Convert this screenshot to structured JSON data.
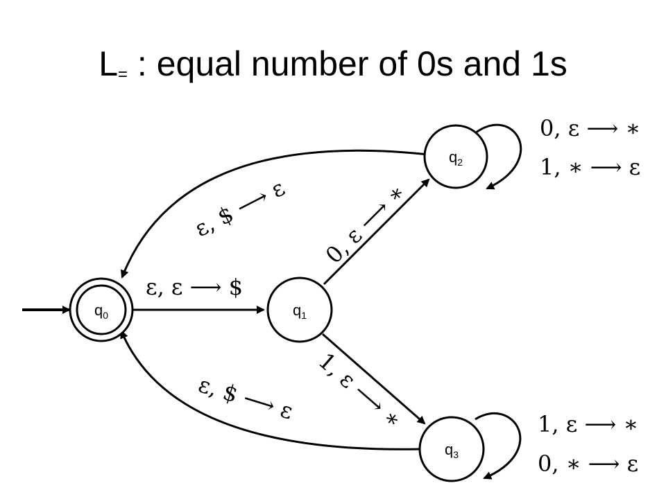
{
  "title": {
    "main": "L",
    "subscript": "=",
    "rest": " : equal number of 0s and 1s"
  },
  "states": [
    {
      "id": "q0",
      "base": "q",
      "sub": "0",
      "accept": true,
      "start": true
    },
    {
      "id": "q1",
      "base": "q",
      "sub": "1",
      "accept": false,
      "start": false
    },
    {
      "id": "q2",
      "base": "q",
      "sub": "2",
      "accept": false,
      "start": false
    },
    {
      "id": "q3",
      "base": "q",
      "sub": "3",
      "accept": false,
      "start": false
    }
  ],
  "transitions": {
    "q0_q1": "ε, ε ⟶ $",
    "q1_q2": "0, ε ⟶ ∗",
    "q1_q3": "1, ε ⟶ ∗",
    "q2_q0": "ε, $ ⟶ ε",
    "q3_q0": "ε, $ ⟶ ε",
    "q2_loop": [
      "0, ε ⟶ ∗",
      "1, ∗ ⟶ ε"
    ],
    "q3_loop": [
      "1, ε ⟶ ∗",
      "0, ∗ ⟶ ε"
    ]
  },
  "colors": {
    "stroke": "#000000",
    "background": "#ffffff"
  }
}
